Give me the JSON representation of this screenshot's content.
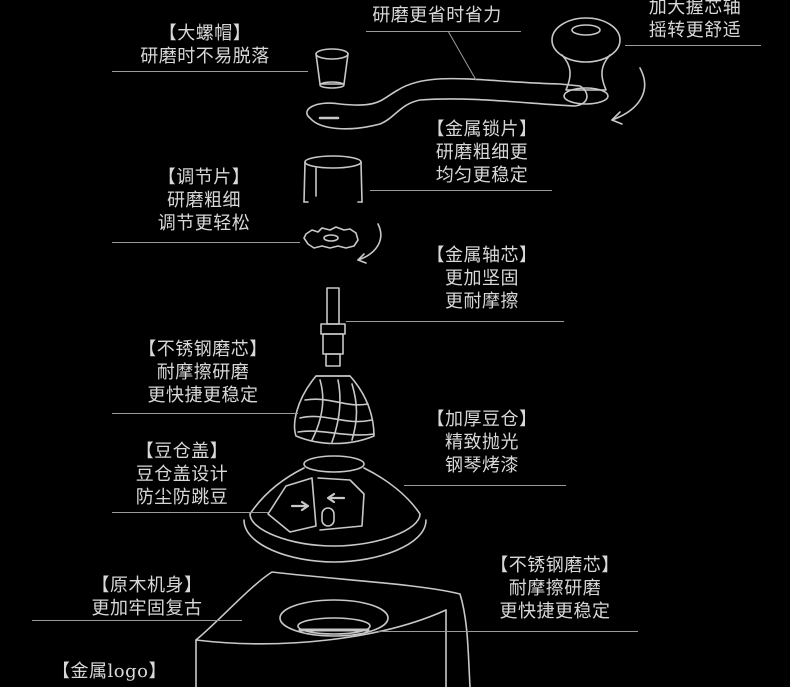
{
  "colors": {
    "background": "#000000",
    "text": "#d8d8d8",
    "line": "#c8c8c8"
  },
  "callouts": {
    "handle": {
      "lines": [
        "研磨更省时省力"
      ]
    },
    "knob": {
      "lines": [
        "加大握芯轴",
        "摇转更舒适"
      ]
    },
    "cap": {
      "lines": [
        "【大螺帽】",
        "研磨时不易脱落"
      ]
    },
    "lock_plate": {
      "lines": [
        "【金属锁片】",
        "研磨粗细更",
        "均匀更稳定"
      ]
    },
    "adjuster": {
      "lines": [
        "【调节片】",
        "研磨粗细",
        "调节更轻松"
      ]
    },
    "shaft": {
      "lines": [
        "【金属轴芯】",
        "更加坚固",
        "更耐摩擦"
      ]
    },
    "burr": {
      "lines": [
        "【不锈钢磨芯】",
        "耐摩擦研磨",
        "更快捷更稳定"
      ]
    },
    "hopper": {
      "lines": [
        "【加厚豆仓】",
        "精致抛光",
        "钢琴烤漆"
      ]
    },
    "lid": {
      "lines": [
        "【豆仓盖】",
        "豆仓盖设计",
        "防尘防跳豆"
      ]
    },
    "body": {
      "lines": [
        "【原木机身】",
        "更加牢固复古"
      ]
    },
    "burr_base": {
      "lines": [
        "【不锈钢磨芯】",
        "耐摩擦研磨",
        "更快捷更稳定"
      ]
    },
    "logo": {
      "lines": [
        "【金属logo】"
      ]
    }
  }
}
